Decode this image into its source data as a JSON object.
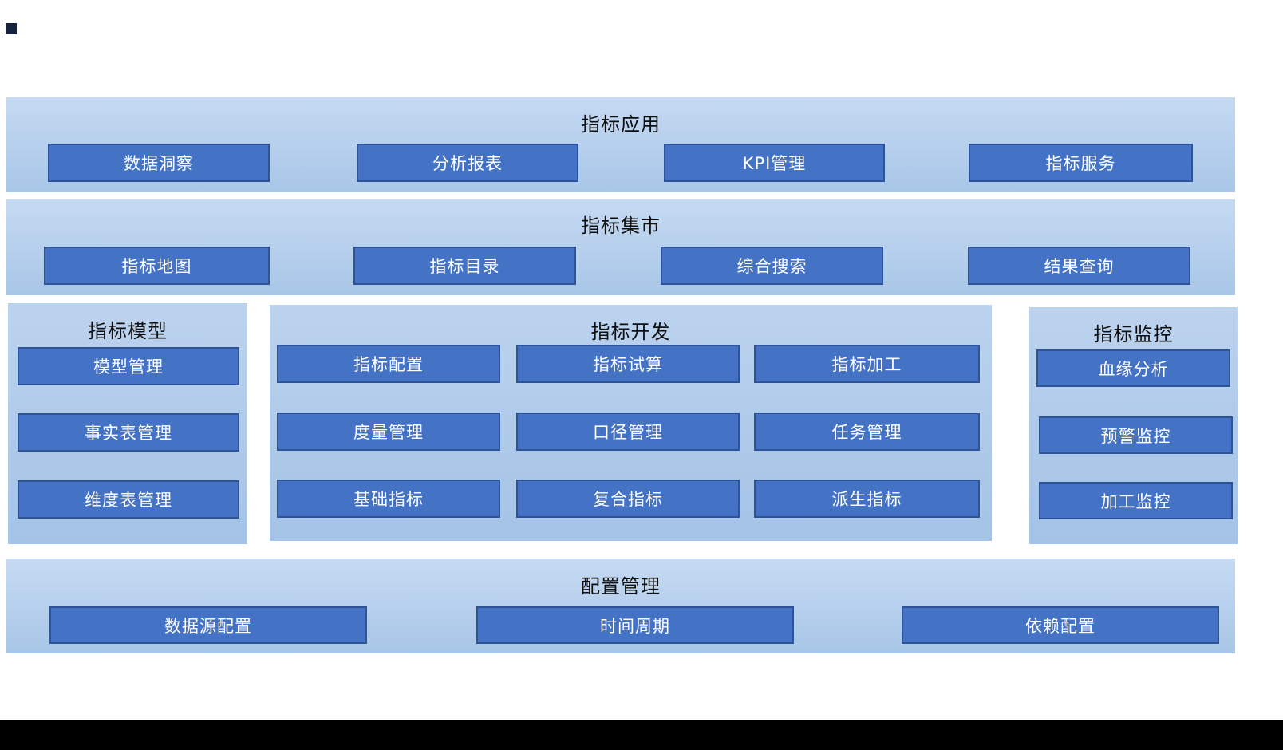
{
  "colors": {
    "box_fill": "#4472c4",
    "box_border": "#2f5496",
    "panel_top": "#c6daf2",
    "panel_bottom": "#a8c6e8",
    "bottom_bar": "#000000",
    "title_text": "#101010",
    "box_text": "#ffffff"
  },
  "sections": {
    "app": {
      "title": "指标应用",
      "items": [
        "数据洞察",
        "分析报表",
        "KPI管理",
        "指标服务"
      ]
    },
    "market": {
      "title": "指标集市",
      "items": [
        "指标地图",
        "指标目录",
        "综合搜索",
        "结果查询"
      ]
    },
    "model": {
      "title": "指标模型",
      "items": [
        "模型管理",
        "事实表管理",
        "维度表管理"
      ]
    },
    "dev": {
      "title": "指标开发",
      "rows": [
        [
          "指标配置",
          "指标试算",
          "指标加工"
        ],
        [
          "度量管理",
          "口径管理",
          "任务管理"
        ],
        [
          "基础指标",
          "复合指标",
          "派生指标"
        ]
      ]
    },
    "monitor": {
      "title": "指标监控",
      "items": [
        "血缘分析",
        "预警监控",
        "加工监控"
      ]
    },
    "config": {
      "title": "配置管理",
      "items": [
        "数据源配置",
        "时间周期",
        "依赖配置"
      ]
    }
  }
}
